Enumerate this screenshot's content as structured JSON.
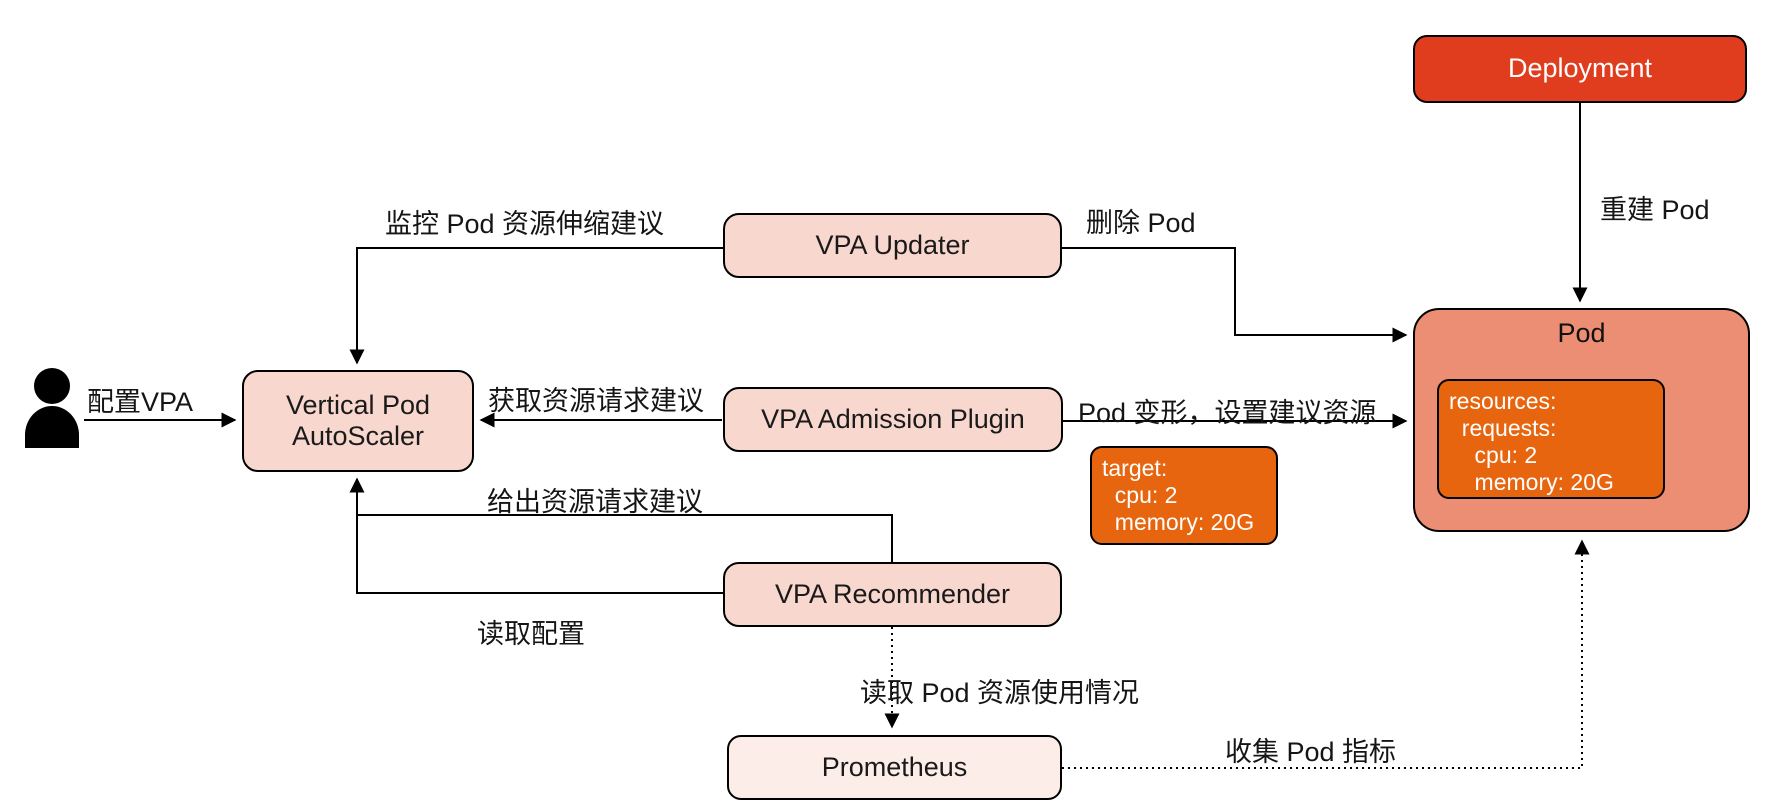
{
  "colors": {
    "deployment-fill": "#e03c1e",
    "pod-fill": "#ec8e73",
    "code-fill": "#e8650f",
    "component-fill": "#f8d7ce",
    "prometheus-fill": "#fcede8",
    "border": "#000000",
    "code-text": "#ffffff",
    "label-text": "#1a1a1a"
  },
  "nodes": {
    "deployment": {
      "label": "Deployment"
    },
    "pod": {
      "label": "Pod"
    },
    "pod_resources": {
      "code": "resources:\n  requests:\n    cpu: 2\n    memory: 20G"
    },
    "target": {
      "code": "target:\n  cpu: 2\n  memory: 20G"
    },
    "vpa": {
      "label": "Vertical Pod\nAutoScaler"
    },
    "vpa_updater": {
      "label": "VPA Updater"
    },
    "vpa_admission": {
      "label": "VPA Admission Plugin"
    },
    "vpa_recommender": {
      "label": "VPA Recommender"
    },
    "prometheus": {
      "label": "Prometheus"
    }
  },
  "edges": {
    "rebuild_pod": "重建 Pod",
    "monitor": "监控 Pod 资源伸缩建议",
    "delete_pod": "删除 Pod",
    "configure_vpa": "配置VPA",
    "get_recommendation": "获取资源请求建议",
    "pod_mutate": "Pod 变形，设置建议资源",
    "give_recommendation": "给出资源请求建议",
    "read_config": "读取配置",
    "read_usage": "读取 Pod 资源使用情况",
    "collect_metrics": "收集 Pod 指标"
  }
}
